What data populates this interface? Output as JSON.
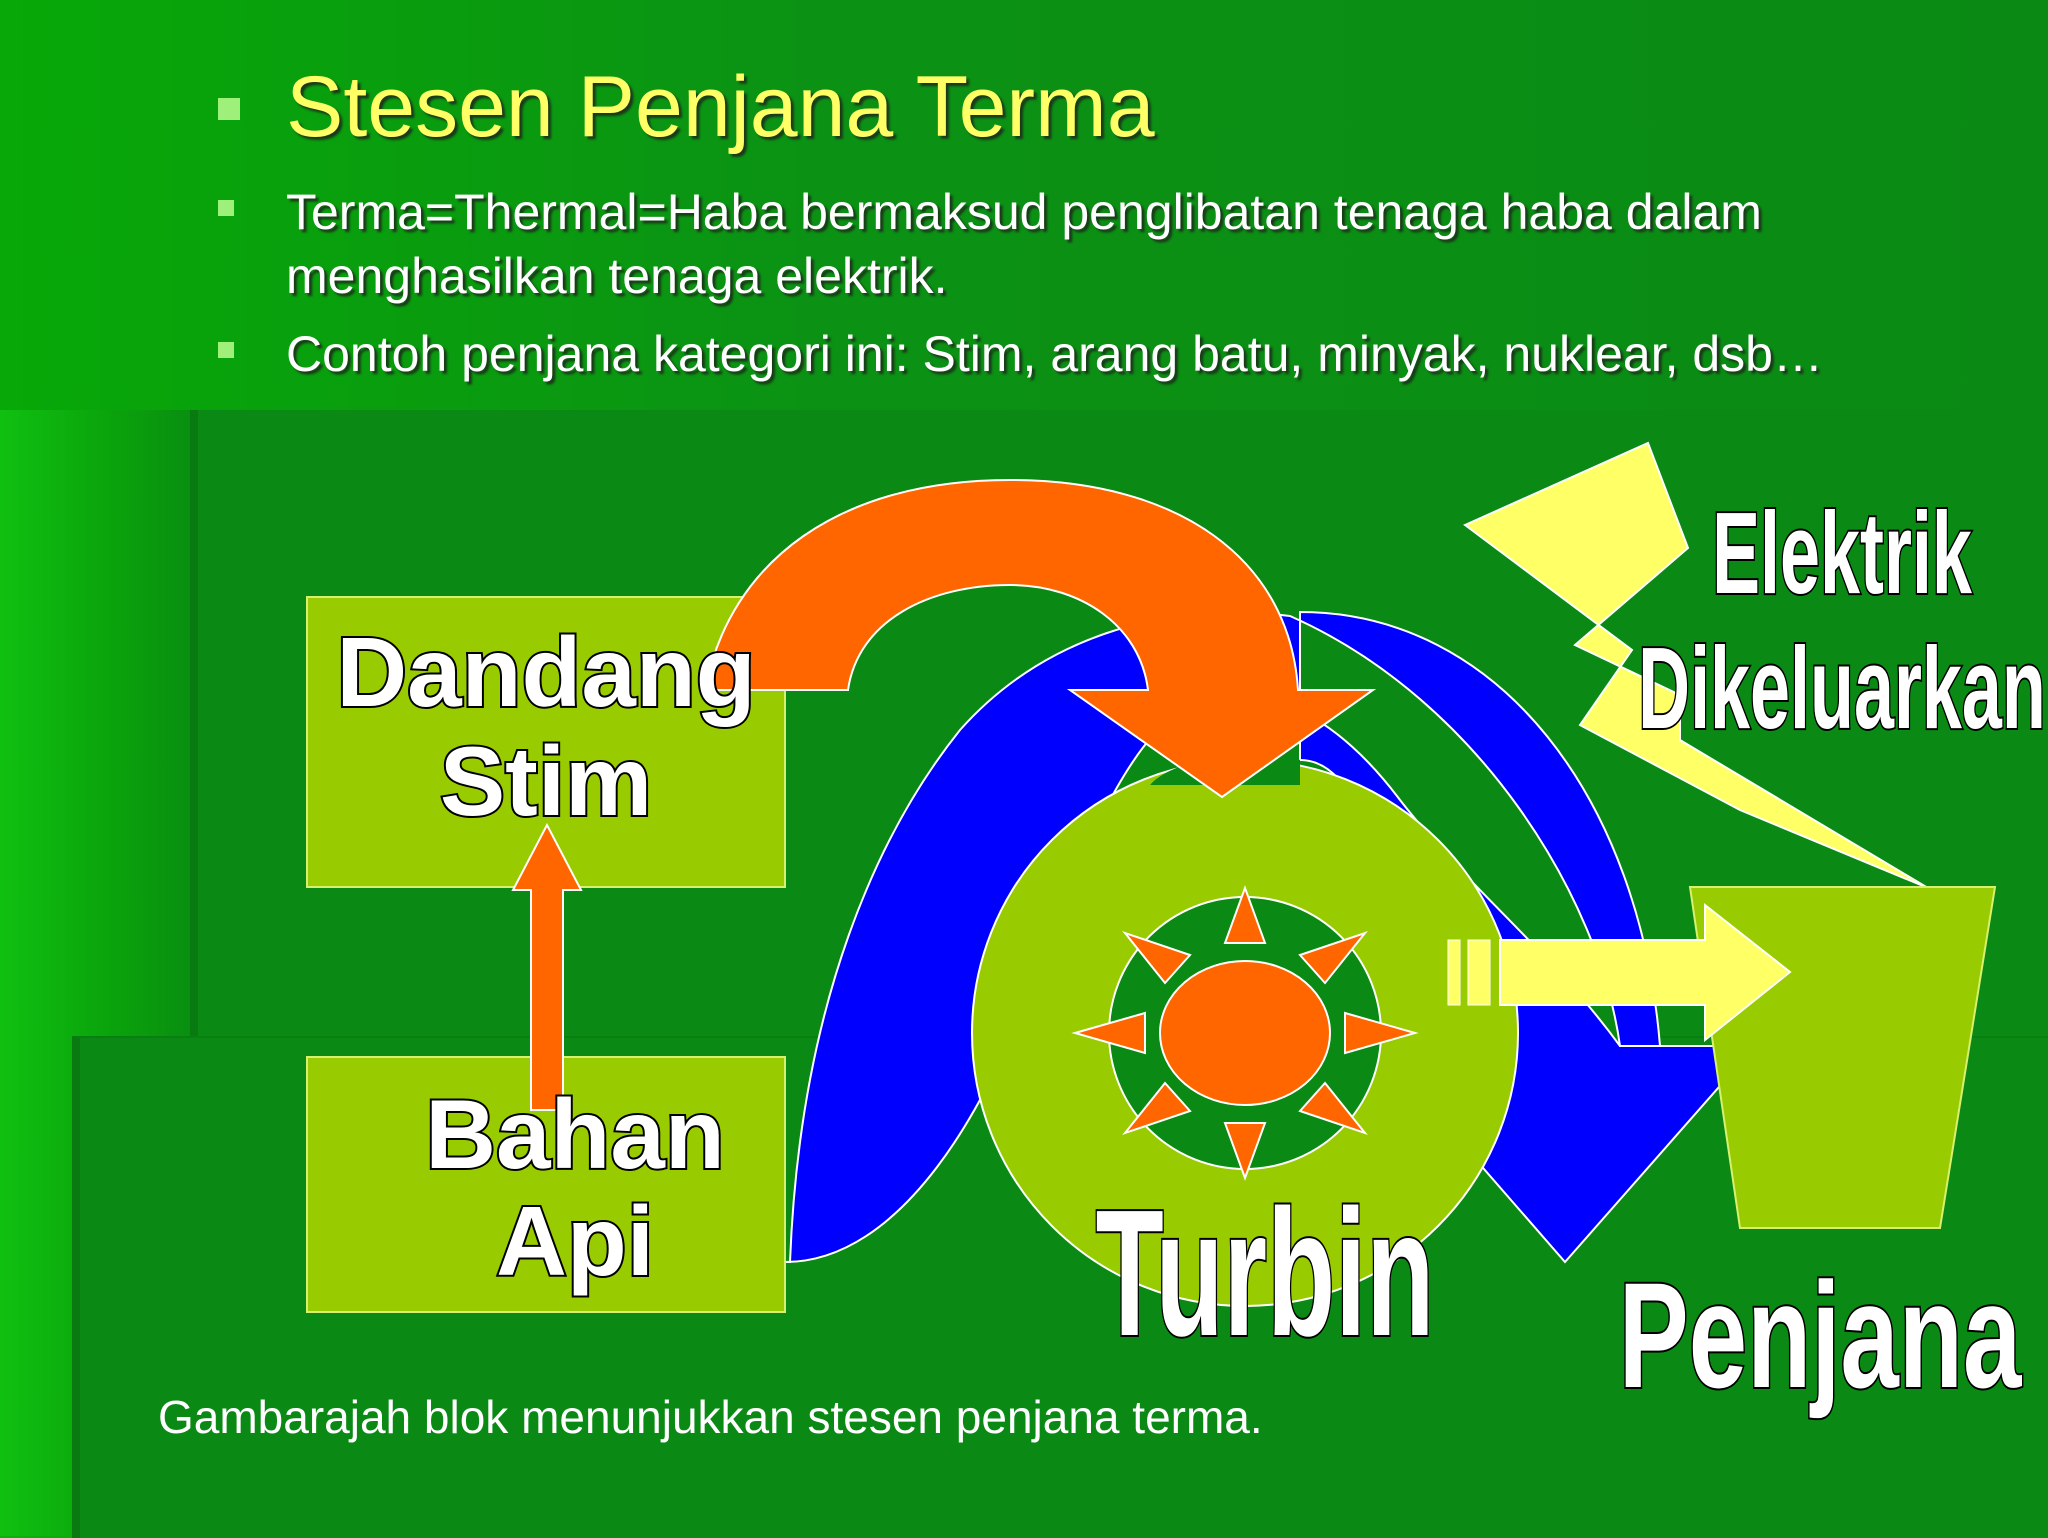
{
  "slide": {
    "title": "Stesen Penjana Terma",
    "bullets": [
      "Terma=Thermal=Haba bermaksud penglibatan tenaga haba dalam menghasilkan tenaga elektrik.",
      "Contoh penjana kategori ini: Stim, arang batu, minyak, nuklear, dsb…"
    ]
  },
  "diagram": {
    "boiler_line1": "Dandang",
    "boiler_line2": "Stim",
    "fuel_line1": "Bahan",
    "fuel_line2": "Api",
    "turbine": "Turbin",
    "generator": "Penjana",
    "output_line1": "Elektrik",
    "output_line2": "Dikeluarkan"
  },
  "caption": "Gambarajah blok menunjukkan stesen penjana terma.",
  "colors": {
    "background_green": "#0a8a14",
    "box_lime": "#99cc00",
    "heat_arrow_orange": "#ff6600",
    "steam_blue": "#0000ff",
    "lightning_yellow": "#ffff66",
    "title_yellow": "#ffff66"
  },
  "icons": [
    "square-bullet-icon",
    "sun-gear-icon",
    "lightning-bolt-icon"
  ]
}
